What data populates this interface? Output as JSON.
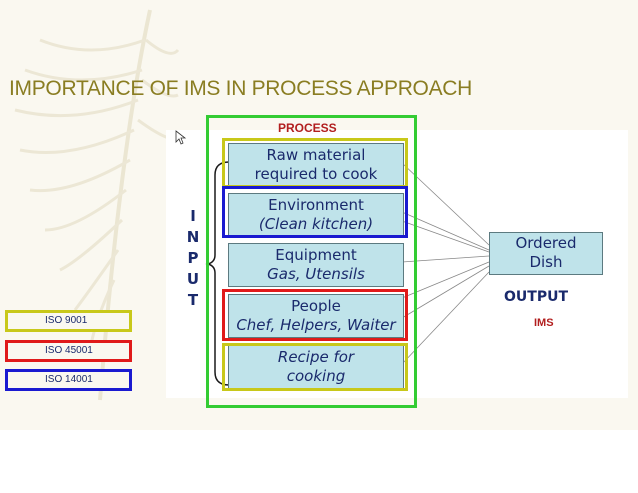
{
  "title": "IMPORTANCE OF IMS IN PROCESS APPROACH",
  "process_label": "PROCESS",
  "input_letters": [
    "I",
    "N",
    "P",
    "U",
    "T"
  ],
  "process_steps": [
    {
      "line1": "Raw material",
      "line2": "required to cook"
    },
    {
      "line1": "Environment",
      "line2": "(Clean kitchen)"
    },
    {
      "line1": "Equipment",
      "line2": "Gas, Utensils"
    },
    {
      "line1": "People",
      "line2": "Chef, Helpers, Waiter"
    },
    {
      "line1": "Recipe for",
      "line2": "cooking"
    }
  ],
  "output_box": {
    "line1": "Ordered",
    "line2": "Dish"
  },
  "output_label": "OUTPUT",
  "ims_label": "IMS",
  "legend": [
    {
      "label": "ISO 9001",
      "color": "#c8c81a"
    },
    {
      "label": "ISO 45001",
      "color": "#e01a1a"
    },
    {
      "label": "ISO 14001",
      "color": "#1a1ad0"
    }
  ],
  "colors": {
    "process_frame": "#33cc33",
    "iso9001": "#c8c81a",
    "iso45001": "#e01a1a",
    "iso14001": "#1a1ad0",
    "box_fill": "#bfe3ea",
    "title": "#8a7d22"
  }
}
